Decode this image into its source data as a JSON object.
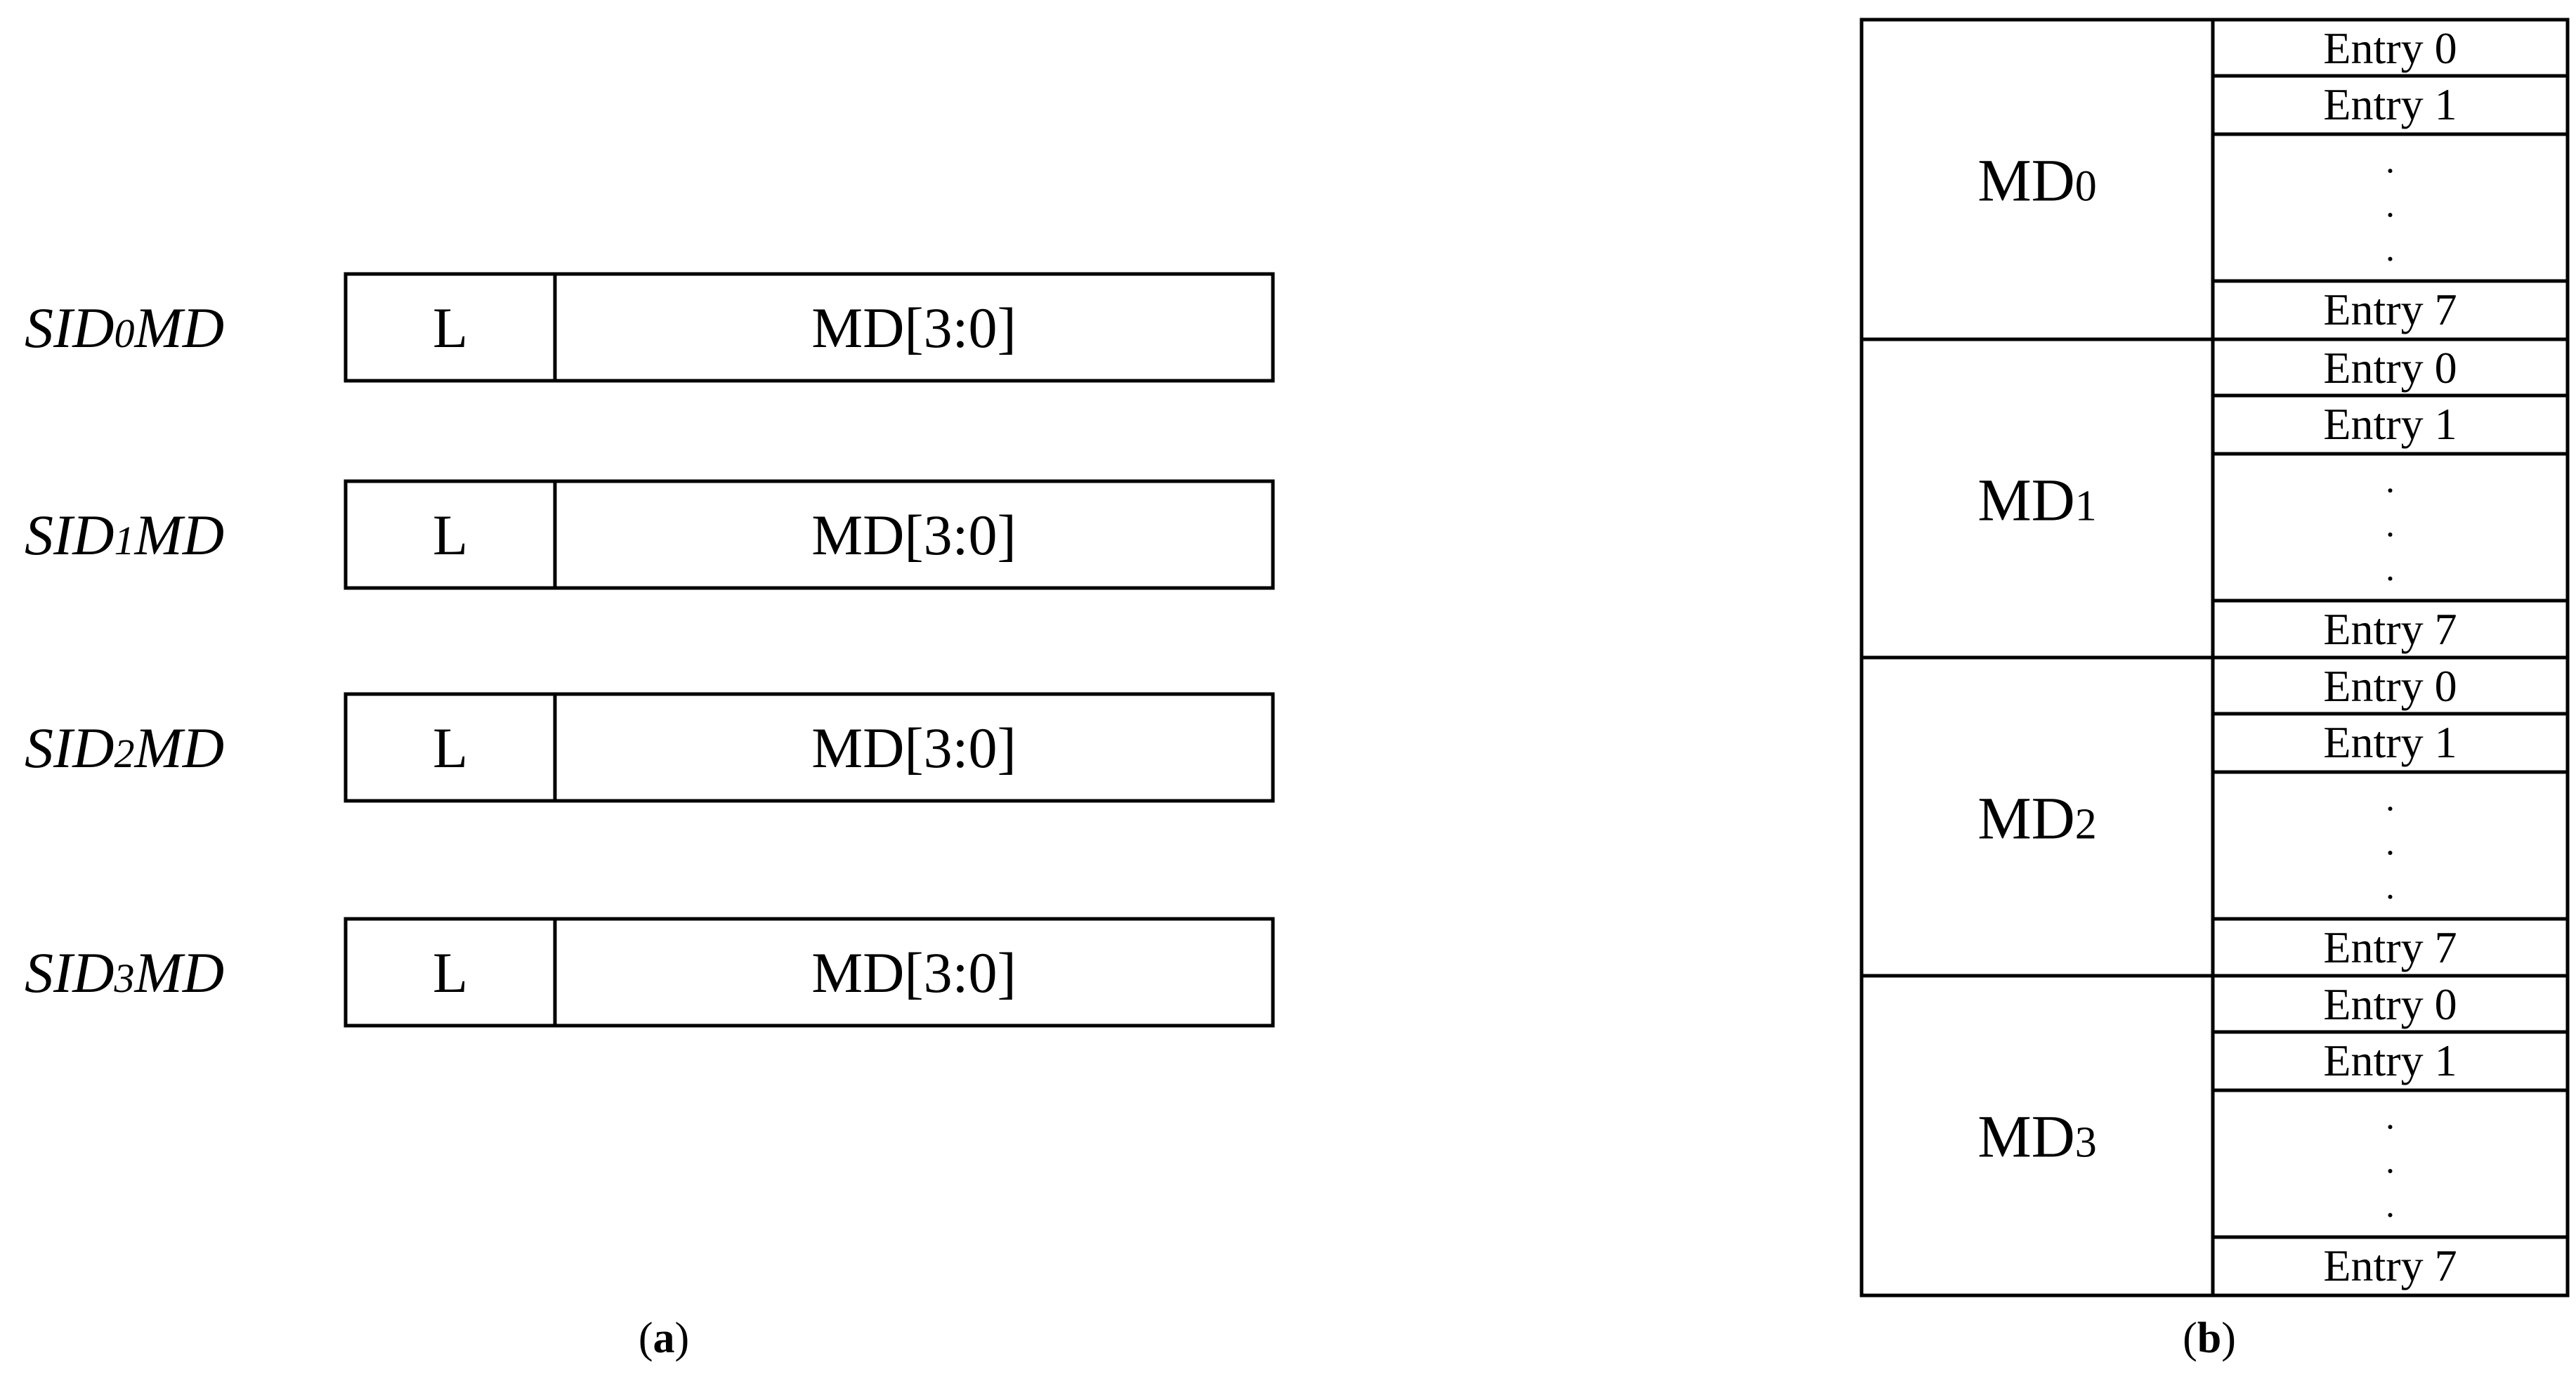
{
  "panel_a": {
    "caption_open": "(",
    "caption_letter": "a",
    "caption_close": ")",
    "registers": [
      {
        "prefix": "SID",
        "index": "0",
        "suffix": "MD",
        "field_l": "L",
        "field_md": "MD[3:0]"
      },
      {
        "prefix": "SID",
        "index": "1",
        "suffix": "MD",
        "field_l": "L",
        "field_md": "MD[3:0]"
      },
      {
        "prefix": "SID",
        "index": "2",
        "suffix": "MD",
        "field_l": "L",
        "field_md": "MD[3:0]"
      },
      {
        "prefix": "SID",
        "index": "3",
        "suffix": "MD",
        "field_l": "L",
        "field_md": "MD[3:0]"
      }
    ]
  },
  "panel_b": {
    "caption_open": "(",
    "caption_letter": "b",
    "caption_close": ")",
    "regions": [
      {
        "label": "MD",
        "index": "0",
        "entries": [
          "Entry 0",
          "Entry 1",
          "Entry 7"
        ]
      },
      {
        "label": "MD",
        "index": "1",
        "entries": [
          "Entry 0",
          "Entry 1",
          "Entry 7"
        ]
      },
      {
        "label": "MD",
        "index": "2",
        "entries": [
          "Entry 0",
          "Entry 1",
          "Entry 7"
        ]
      },
      {
        "label": "MD",
        "index": "3",
        "entries": [
          "Entry 0",
          "Entry 1",
          "Entry 7"
        ]
      }
    ]
  }
}
